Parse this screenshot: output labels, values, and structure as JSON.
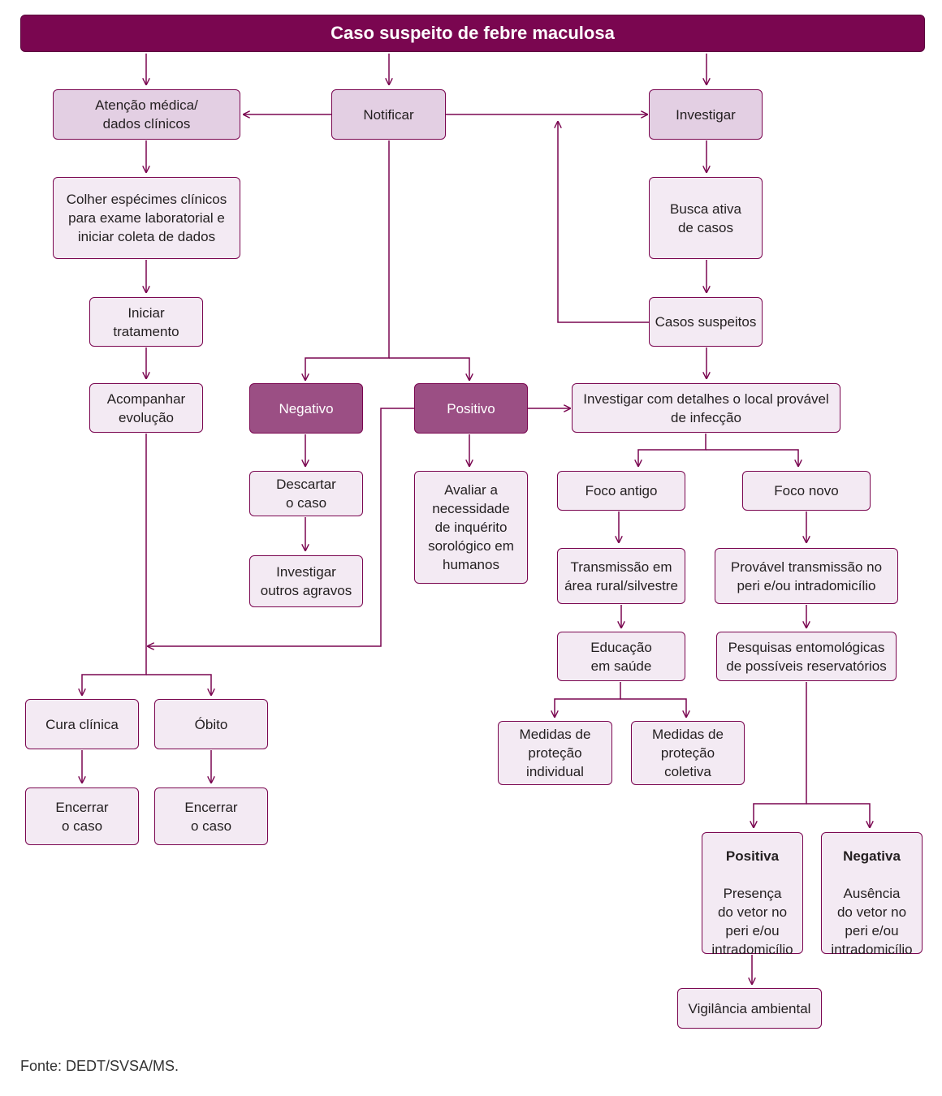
{
  "title": "Caso suspeito de febre maculosa",
  "nodes": {
    "atencao": "Atenção médica/\ndados clínicos",
    "notificar": "Notificar",
    "investigar": "Investigar",
    "colher": "Colher espécimes clínicos\npara exame laboratorial e\niniciar coleta de dados",
    "busca": "Busca ativa\nde casos",
    "iniciar": "Iniciar\ntratamento",
    "casos_suspeitos": "Casos suspeitos",
    "acompanhar": "Acompanhar\nevolução",
    "negativo": "Negativo",
    "positivo": "Positivo",
    "investigar_detalhes": "Investigar com detalhes o local provável\nde infecção",
    "descartar": "Descartar\no caso",
    "avaliar": "Avaliar a\nnecessidade\nde inquérito\nsorológico em\nhumanos",
    "foco_antigo": "Foco antigo",
    "foco_novo": "Foco novo",
    "investigar_outros": "Investigar\noutros agravos",
    "transmissao_rural": "Transmissão em\nárea rural/silvestre",
    "provavel_transmissao": "Provável transmissão no\nperi e/ou intradomicílio",
    "educacao": "Educação\nem saúde",
    "pesquisas": "Pesquisas entomológicas\nde possíveis reservatórios",
    "cura": "Cura clínica",
    "obito": "Óbito",
    "medidas_individual": "Medidas de\nproteção\nindividual",
    "medidas_coletiva": "Medidas de\nproteção\ncoletiva",
    "encerrar_1": "Encerrar\no caso",
    "encerrar_2": "Encerrar\no caso",
    "positiva_title": "Positiva",
    "positiva_text": "Presença\ndo vetor no\nperi e/ou\nintradomicílio",
    "negativa_title": "Negativa",
    "negativa_text": "Ausência\ndo vetor no\nperi e/ou\nintradomicílio",
    "vigilancia": "Vigilância ambiental"
  },
  "source": "Fonte: DEDT/SVSA/MS.",
  "colors": {
    "accent": "#7a0650",
    "box_fill": "#f3eaf3",
    "box_fill_mid": "#e3cfe3",
    "box_fill_dark": "#9b4f84"
  }
}
